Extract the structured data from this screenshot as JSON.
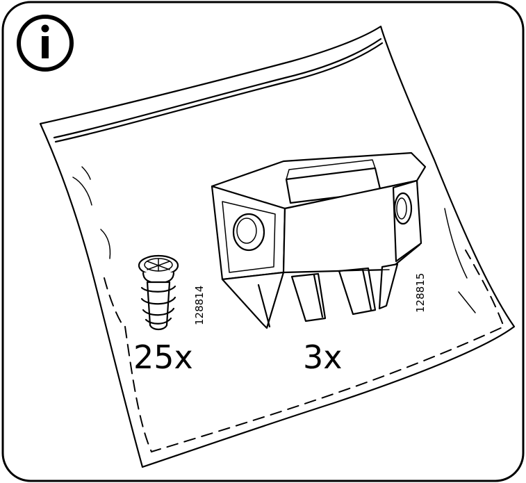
{
  "info_symbol": {
    "icon": "info-icon",
    "glyph": "i"
  },
  "parts": [
    {
      "name": "screw",
      "code": "128814",
      "quantity": "25x"
    },
    {
      "name": "catch-block",
      "code": "128815",
      "quantity": "3x"
    }
  ],
  "colors": {
    "ink": "#000000",
    "paper": "#ffffff"
  }
}
